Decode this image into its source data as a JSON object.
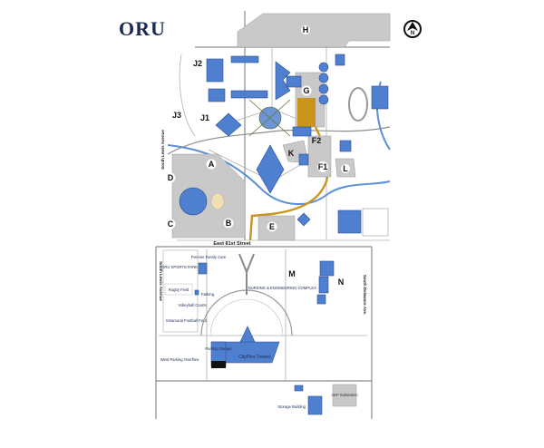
{
  "logo": {
    "text": "ORU"
  },
  "north_arrow": {
    "letter": "N",
    "icon": "north-arrow-icon"
  },
  "lots": [
    "H",
    "G",
    "J1",
    "J2",
    "J3",
    "F1",
    "F2",
    "K",
    "L",
    "A",
    "B",
    "C",
    "D",
    "E",
    "M",
    "N"
  ],
  "streets": {
    "east_81st": "East 81st Street",
    "south_lewis": "South Lewis Avenue",
    "south_delaware": "South Delaware Ave."
  },
  "places": {
    "sports_park": "ORU SPORTS PARK",
    "premier_family_care": "Premier Family Care",
    "rugby_field": "Rugby Field",
    "parking": "Parking",
    "volleyball_courts": "Volleyball Courts",
    "intramural_field": "Intramural Football Field",
    "west_parking_overflow": "West Parking Overflow",
    "parking_garage": "Parking Garage",
    "cityplex_towers": "CityPlex Towers",
    "nursing_engineering": "NURSING & ENGINEERING COMPLEX",
    "aep_substation": "AEP Substation",
    "storage_building": "Storage Building"
  },
  "colors": {
    "building": "#4f7fcf",
    "parking": "#c9c9c9",
    "path": "#c8941a",
    "logo": "#1b2a55"
  }
}
